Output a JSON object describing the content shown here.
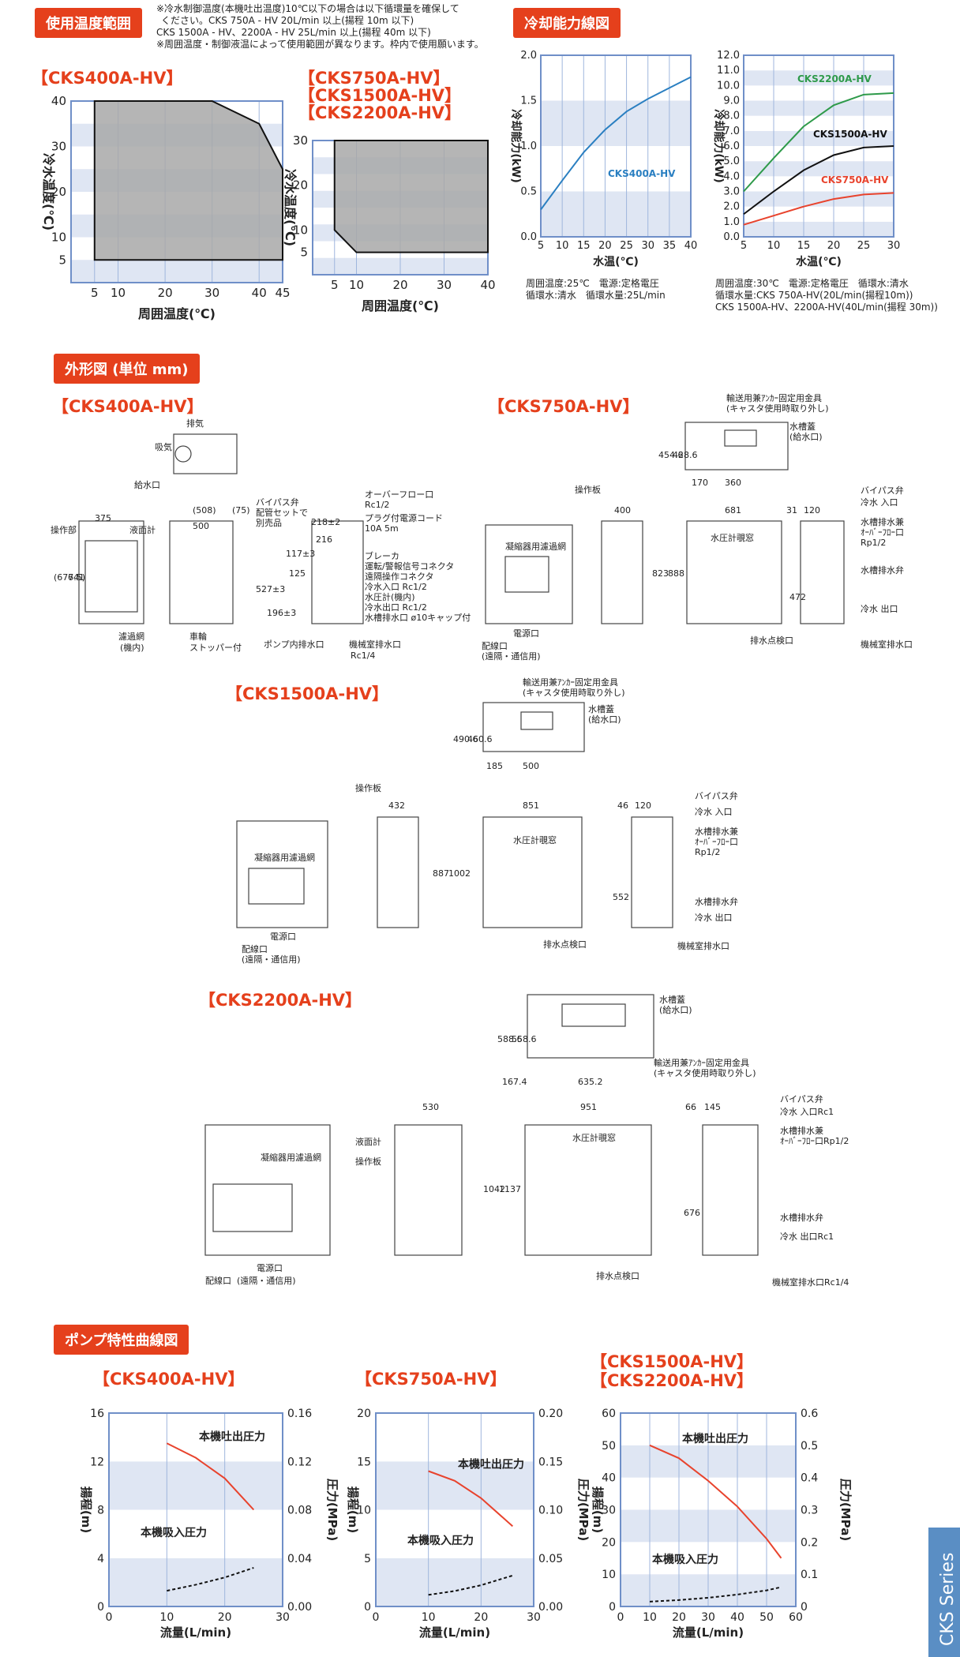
{
  "sections": {
    "temp_range": "使用温度範囲",
    "cooling": "冷却能力線図",
    "dims": "外形図 (単位 mm)",
    "pump": "ポンプ特性曲線図"
  },
  "notes": {
    "line1": "※冷水制御温度(本機吐出温度)10℃以下の場合は以下循環量を確保して",
    "line2": "ください。CKS 750A - HV 20L/min 以上(揚程 10m 以下)",
    "line3": "CKS 1500A - HV、2200A - HV 25L/min 以上(揚程 40m 以下)",
    "line4": "※周囲温度・制御液温によって使用範囲が異なります。枠内で使用願います。"
  },
  "models": {
    "m400": "【CKS400A-HV】",
    "m750": "【CKS750A-HV】",
    "m1500": "【CKS1500A-HV】",
    "m2200": "【CKS2200A-HV】"
  },
  "range_axes": {
    "xlabel": "周囲温度(℃)",
    "ylabel": "冷水温度(℃)"
  },
  "cool_conditions": {
    "left1": "周囲温度:25℃　電源:定格電圧",
    "left2": "循環水:清水　循環水量:25L/min",
    "right1": "周囲温度:30℃　電源:定格電圧　循環水:清水",
    "right2": "循環水量:CKS 750A-HV(20L/min(揚程10m))",
    "right3": "CKS 1500A-HV、2200A-HV(40L/min(揚程 30m))"
  },
  "cool_axes": {
    "xlabel": "水温(℃)",
    "ylabel": "冷却能力(kW)"
  },
  "pump_axes": {
    "xlabel": "流量(L/min)",
    "ylabel_left": "揚程(m)",
    "ylabel_right": "圧力(MPa)",
    "discharge": "本機吐出圧力",
    "suction": "本機吸入圧力"
  },
  "dim_labels": {
    "a1": "排気",
    "a2": "吸気",
    "a3": "給水口",
    "a4": "操作部",
    "a5": "液面計",
    "a6": "車輪",
    "a7": "ストッパー付",
    "a8": "濾過網",
    "a9": "(機内)",
    "a10": "ポンプ内排水口",
    "a11": "バイパス弁",
    "a12": "配管セットで",
    "a13": "別売品",
    "a14": "オーバーフロー口",
    "a15": "Rc1/2",
    "a16": "プラグ付電源コード",
    "a17": "10A 5m",
    "a18": "ブレーカ",
    "a19": "運転/警報信号コネクタ",
    "a20": "遠隔操作コネクタ",
    "a21": "冷水入口 Rc1/2",
    "a22": "水圧計(機内)",
    "a23": "冷水出口 Rc1/2",
    "a24": "水槽排水口 ø10キャップ付",
    "a25": "機械室排水口",
    "a26": "Rc1/4",
    "b1": "輸送用兼ｱﾝｶｰ固定用金具",
    "b2": "(キャスタ使用時取り外し)",
    "b3": "水槽蓋",
    "b4": "(給水口)",
    "b5": "操作板",
    "b6": "凝縮器用濾過網",
    "b7": "電源口",
    "b8": "配線口",
    "b9": "(遠隔・通信用)",
    "b10": "水圧計覗窓",
    "b11": "排水点検口",
    "b12": "冷水 入口",
    "b13": "水槽排水兼",
    "b14": "ｵｰﾊﾞｰﾌﾛｰ口",
    "b15": "Rp1/2",
    "b16": "水槽排水弁",
    "b17": "冷水 出口",
    "b18": "機械室排水口",
    "c1": "冷水 入口Rc1",
    "c2": "ｵｰﾊﾞｰﾌﾛｰ口Rp1/2",
    "c3": "冷水 出口Rc1",
    "c4": "機械室排水口Rc1/4"
  },
  "dim_values": {
    "d400": [
      "375",
      "641",
      "(677.5)",
      "(508)",
      "(75)",
      "500",
      "218±2",
      "216",
      "117±3",
      "125",
      "527±3",
      "196±3"
    ],
    "d750": [
      "454.6",
      "428.6",
      "170",
      "360",
      "400",
      "823",
      "888",
      "681",
      "31",
      "120",
      "472"
    ],
    "d1500": [
      "490.6",
      "460.6",
      "185",
      "500",
      "432",
      "887",
      "1002",
      "851",
      "46",
      "120",
      "552"
    ],
    "d2200": [
      "588.6",
      "558.6",
      "167.4",
      "635.2",
      "530",
      "1042",
      "1137",
      "951",
      "66",
      "145",
      "676"
    ]
  },
  "footer": "CKS Series",
  "chart_data": [
    {
      "type": "area",
      "title": "【CKS400A-HV】",
      "xlabel": "周囲温度(℃)",
      "ylabel": "冷水温度(℃)",
      "x_ticks": [
        5,
        10,
        20,
        30,
        40,
        45
      ],
      "y_ticks": [
        5,
        10,
        20,
        30,
        40
      ],
      "xlim": [
        0,
        45
      ],
      "ylim": [
        0,
        40
      ],
      "polygon": [
        [
          5,
          5
        ],
        [
          5,
          40
        ],
        [
          30,
          40
        ],
        [
          40,
          35
        ],
        [
          45,
          25
        ],
        [
          45,
          5
        ]
      ]
    },
    {
      "type": "area",
      "title": "【CKS750A-HV】【CKS1500A-HV】【CKS2200A-HV】",
      "xlabel": "周囲温度(℃)",
      "ylabel": "冷水温度(℃)",
      "x_ticks": [
        5,
        10,
        20,
        30,
        40
      ],
      "y_ticks": [
        5,
        10,
        20,
        30
      ],
      "xlim": [
        0,
        40
      ],
      "ylim": [
        0,
        30
      ],
      "polygon": [
        [
          5,
          10
        ],
        [
          5,
          30
        ],
        [
          40,
          30
        ],
        [
          40,
          5
        ],
        [
          10,
          5
        ]
      ]
    },
    {
      "type": "line",
      "xlabel": "水温(℃)",
      "ylabel": "冷却能力(kW)",
      "xlim": [
        5,
        40
      ],
      "ylim": [
        0,
        2.0
      ],
      "x_ticks": [
        5,
        10,
        15,
        20,
        25,
        30,
        35,
        40
      ],
      "y_ticks": [
        0,
        0.5,
        1.0,
        1.5,
        2.0
      ],
      "series": [
        {
          "name": "CKS400A-HV",
          "x": [
            5,
            10,
            15,
            20,
            25,
            30,
            35,
            40
          ],
          "y": [
            0.3,
            0.62,
            0.93,
            1.18,
            1.38,
            1.52,
            1.64,
            1.76
          ]
        }
      ]
    },
    {
      "type": "line",
      "xlabel": "水温(℃)",
      "ylabel": "冷却能力(kW)",
      "xlim": [
        5,
        30
      ],
      "ylim": [
        0,
        12.0
      ],
      "x_ticks": [
        5,
        10,
        15,
        20,
        25,
        30
      ],
      "y_ticks": [
        0,
        1,
        2,
        3,
        4,
        5,
        6,
        7,
        8,
        9,
        10,
        11,
        12
      ],
      "series": [
        {
          "name": "CKS2200A-HV",
          "x": [
            5,
            10,
            15,
            20,
            25,
            30
          ],
          "y": [
            3.0,
            5.2,
            7.3,
            8.7,
            9.4,
            9.5
          ]
        },
        {
          "name": "CKS1500A-HV",
          "x": [
            5,
            10,
            15,
            20,
            25,
            30
          ],
          "y": [
            1.5,
            3.0,
            4.4,
            5.4,
            5.9,
            6.0
          ]
        },
        {
          "name": "CKS750A-HV",
          "x": [
            5,
            10,
            15,
            20,
            25,
            30
          ],
          "y": [
            0.8,
            1.4,
            2.0,
            2.5,
            2.8,
            2.9
          ]
        }
      ]
    },
    {
      "type": "line",
      "title": "【CKS400A-HV】",
      "xlabel": "流量(L/min)",
      "ylabel": "揚程(m)",
      "y2label": "圧力(MPa)",
      "xlim": [
        0,
        30
      ],
      "ylim": [
        0,
        16
      ],
      "y2lim": [
        0,
        0.16
      ],
      "x_ticks": [
        0,
        10,
        20,
        30
      ],
      "y_ticks": [
        0,
        4,
        8,
        12,
        16
      ],
      "y2_ticks": [
        "0.00",
        "0.04",
        "0.08",
        "0.12",
        "0.16"
      ],
      "series": [
        {
          "name": "本機吐出圧力",
          "x": [
            10,
            15,
            20,
            25
          ],
          "y": [
            13.5,
            12.3,
            10.6,
            8.0
          ]
        },
        {
          "name": "本機吸入圧力",
          "x": [
            10,
            15,
            20,
            25
          ],
          "y": [
            1.3,
            1.8,
            2.4,
            3.2
          ]
        }
      ]
    },
    {
      "type": "line",
      "title": "【CKS750A-HV】",
      "xlabel": "流量(L/min)",
      "ylabel": "揚程(m)",
      "y2label": "圧力(MPa)",
      "xlim": [
        0,
        30
      ],
      "ylim": [
        0,
        20
      ],
      "y2lim": [
        0,
        0.2
      ],
      "x_ticks": [
        0,
        10,
        20,
        30
      ],
      "y_ticks": [
        0,
        5,
        10,
        15,
        20
      ],
      "y2_ticks": [
        "0.00",
        "0.05",
        "0.10",
        "0.15",
        "0.20"
      ],
      "series": [
        {
          "name": "本機吐出圧力",
          "x": [
            10,
            15,
            20,
            26
          ],
          "y": [
            14.0,
            13.0,
            11.2,
            8.3
          ]
        },
        {
          "name": "本機吸入圧力",
          "x": [
            10,
            15,
            20,
            26
          ],
          "y": [
            1.2,
            1.6,
            2.2,
            3.2
          ]
        }
      ]
    },
    {
      "type": "line",
      "title": "【CKS1500A-HV】【CKS2200A-HV】",
      "xlabel": "流量(L/min)",
      "ylabel": "揚程(m)",
      "y2label": "圧力(MPa)",
      "xlim": [
        0,
        60
      ],
      "ylim": [
        0,
        60
      ],
      "y2lim": [
        0,
        0.6
      ],
      "x_ticks": [
        0,
        10,
        20,
        30,
        40,
        50,
        60
      ],
      "y_ticks": [
        0,
        10,
        20,
        30,
        40,
        50,
        60
      ],
      "y2_ticks": [
        "0",
        "0.1",
        "0.2",
        "0.3",
        "0.4",
        "0.5",
        "0.6"
      ],
      "series": [
        {
          "name": "本機吐出圧力",
          "x": [
            10,
            20,
            30,
            40,
            50,
            55
          ],
          "y": [
            50,
            46,
            39,
            31,
            21,
            15
          ]
        },
        {
          "name": "本機吸入圧力",
          "x": [
            10,
            20,
            30,
            40,
            50,
            55
          ],
          "y": [
            1.5,
            2.0,
            2.7,
            3.7,
            5.0,
            6.0
          ]
        }
      ]
    }
  ]
}
